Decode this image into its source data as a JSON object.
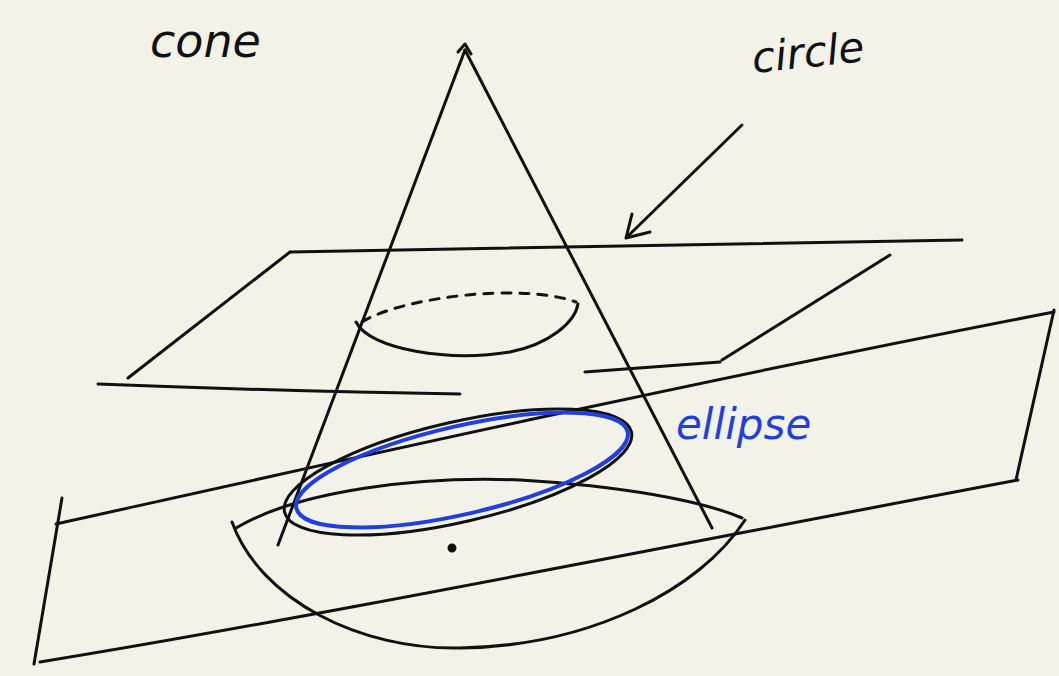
{
  "diagram": {
    "labels": [
      "cone",
      "circle",
      "ellipse"
    ]
  }
}
